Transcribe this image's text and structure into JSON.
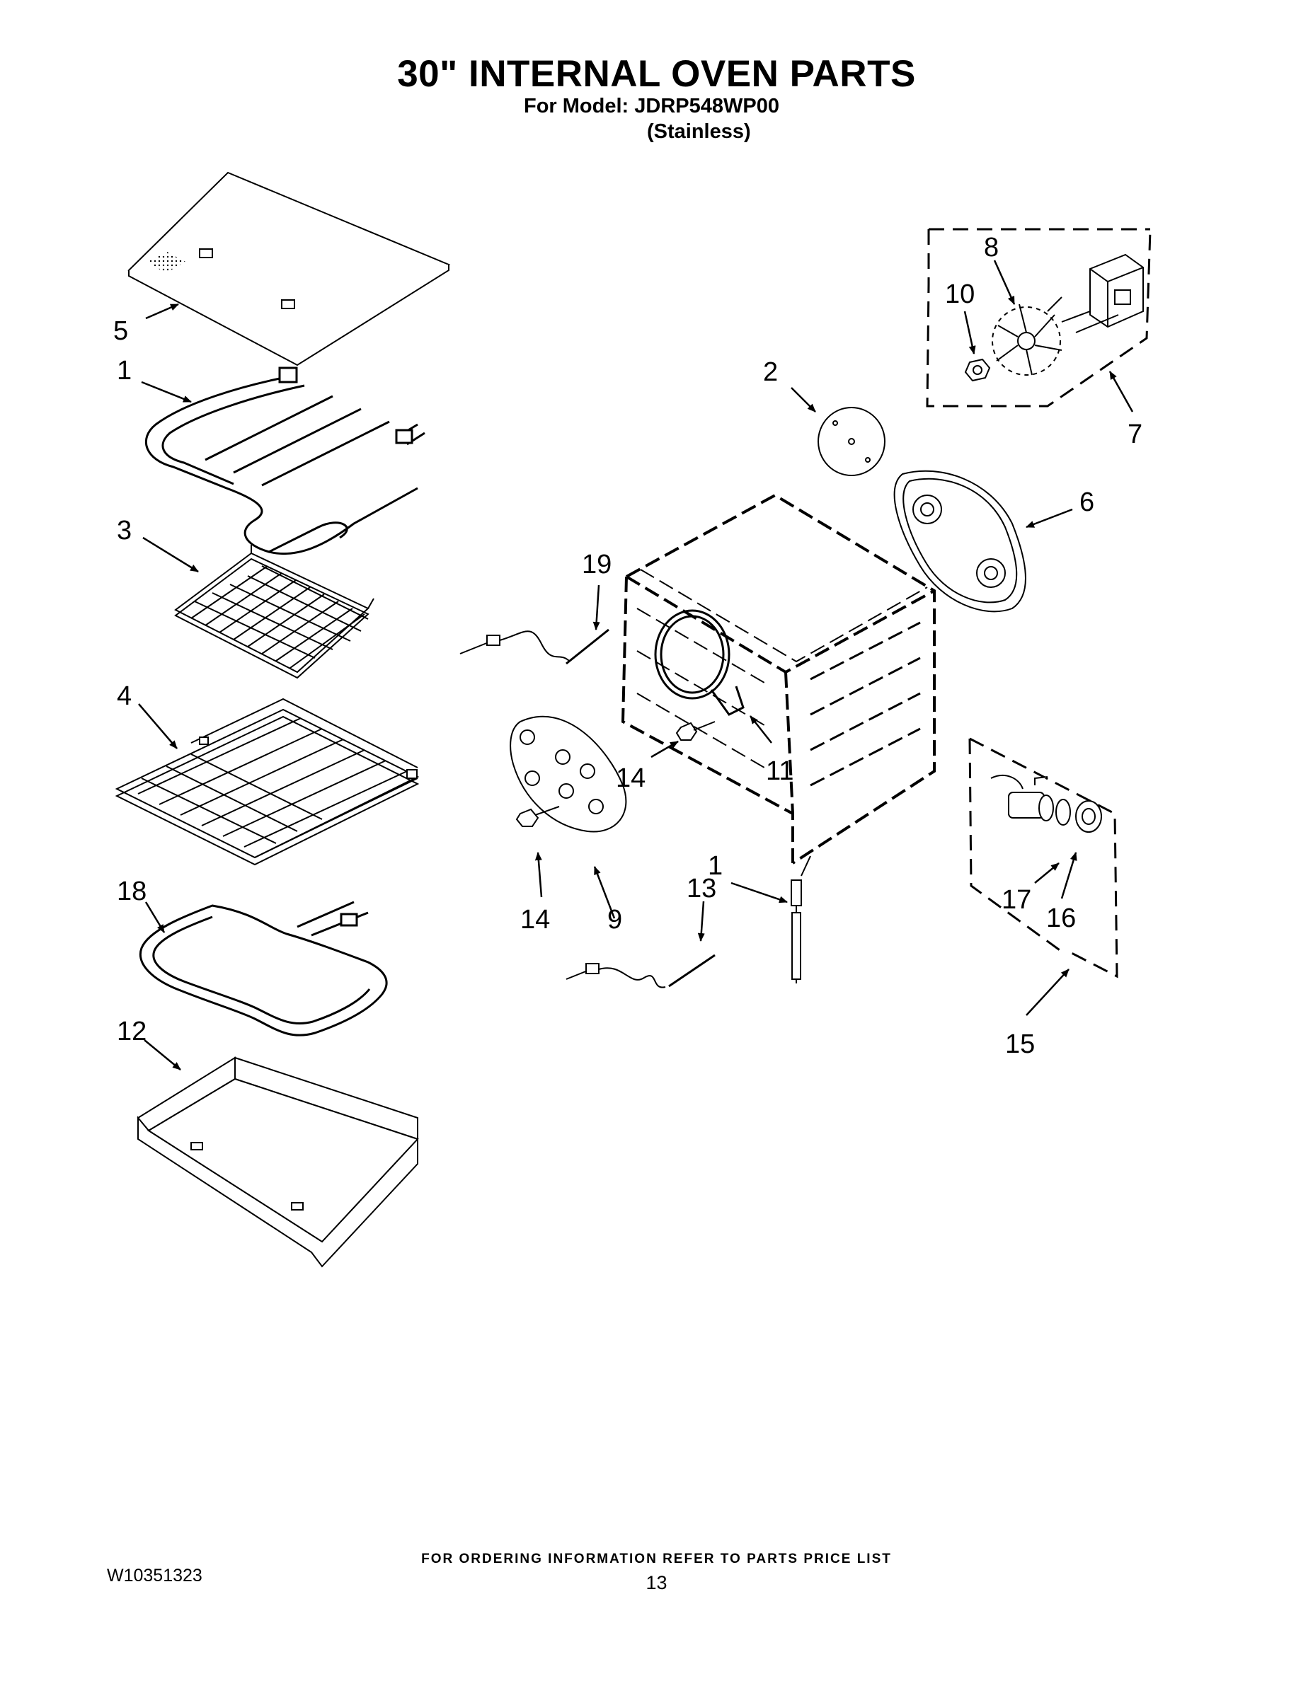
{
  "header": {
    "title": "30\" INTERNAL OVEN PARTS",
    "model_line": "For Model: JDRP548WP00",
    "finish_line": "(Stainless)"
  },
  "callouts": {
    "c5": "5",
    "c1a": "1",
    "c3": "3",
    "c4": "4",
    "c18": "18",
    "c12": "12",
    "c2": "2",
    "c8": "8",
    "c10": "10",
    "c7": "7",
    "c6": "6",
    "c19": "19",
    "c14a": "14",
    "c11": "11",
    "c14b": "14",
    "c9": "9",
    "c13": "13",
    "c1b": "1",
    "c17": "17",
    "c16": "16",
    "c15": "15"
  },
  "footer": {
    "ordering_note": "FOR ORDERING INFORMATION REFER TO PARTS PRICE LIST",
    "doc_number": "W10351323",
    "page_number": "13"
  }
}
